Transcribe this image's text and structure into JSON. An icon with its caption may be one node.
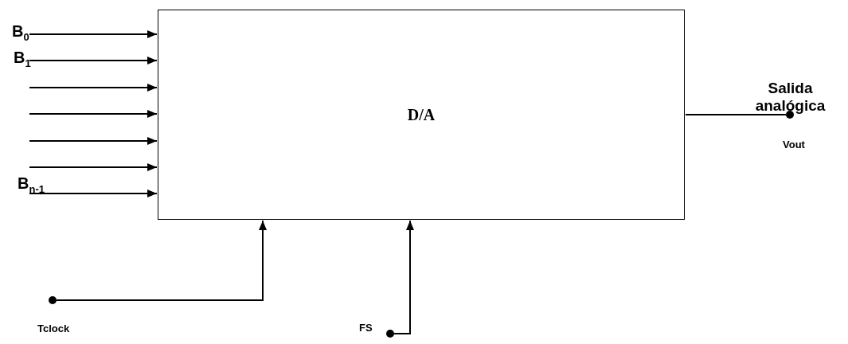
{
  "diagram": {
    "nodes": [
      {
        "text": [
          "D/A"
        ]
      },
      {
        "text": [],
        "shape": "circle",
        "beside": [
          "Vout"
        ]
      },
      {
        "text": [],
        "shape": "circle",
        "beside": [
          "Tclock"
        ]
      },
      {
        "text": [],
        "shape": "circle",
        "beside": [
          "FS"
        ]
      }
    ],
    "edges": [
      {
        "from": null,
        "to": 0,
        "arrow": "to",
        "label": "B$_{0}$"
      },
      {
        "from": null,
        "to": 0,
        "arrow": "to",
        "label": "B$_{1}$"
      },
      {
        "from": null,
        "to": 0,
        "arrow": "to"
      },
      {
        "from": null,
        "to": 0,
        "arrow": "to"
      },
      {
        "from": null,
        "to": 0,
        "arrow": "to"
      },
      {
        "from": null,
        "to": 0,
        "arrow": "to"
      },
      {
        "from": null,
        "to": 0,
        "arrow": "to",
        "label": "B$_{n-1}$"
      },
      {
        "from": 0,
        "to": 1,
        "arrow": "none"
      },
      {
        "from": 2,
        "to": 0,
        "arrow": "to"
      },
      {
        "from": 3,
        "to": 0,
        "arrow": "to"
      }
    ],
    "labels": [
      "Salida analógica"
    ]
  }
}
